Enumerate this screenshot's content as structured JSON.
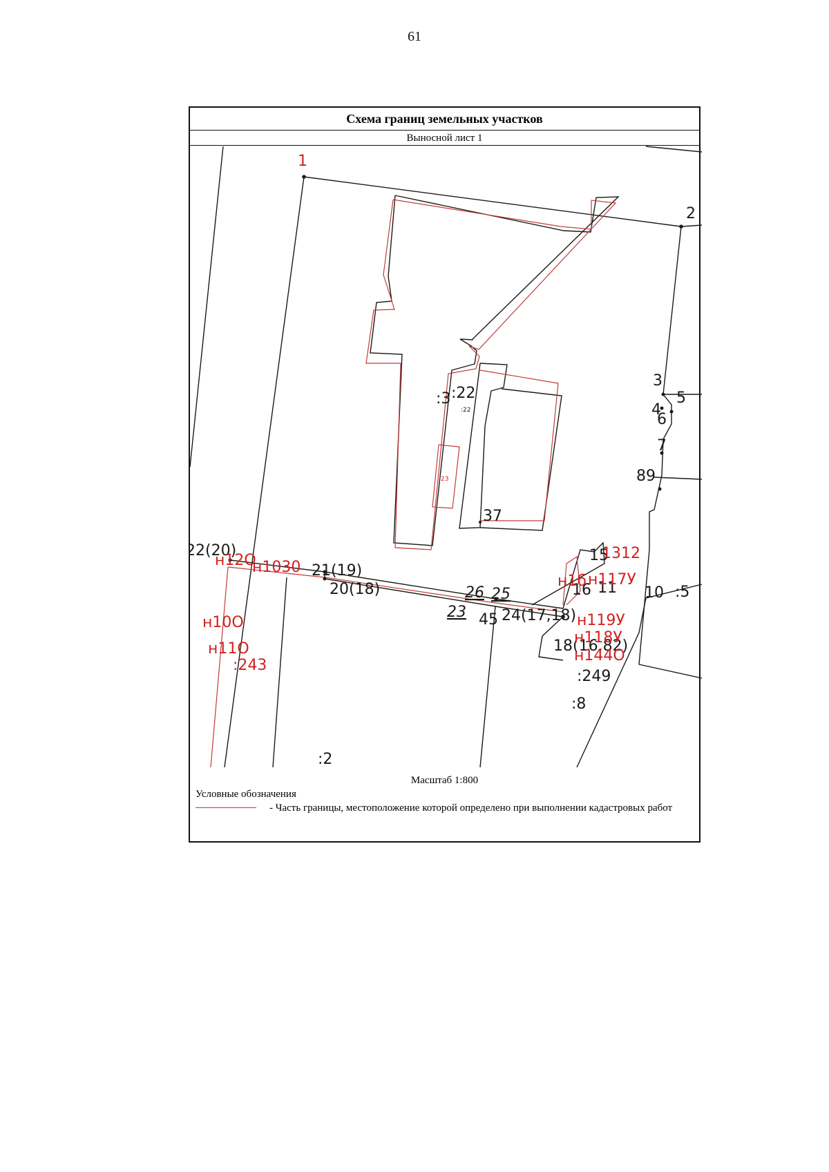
{
  "page_number": "61",
  "title": "Схема границ земельных участков",
  "sheet_title": "Выносной лист 1",
  "scale": "Масштаб 1:800",
  "legend": {
    "title": "Условные обозначения",
    "line_color": "#c23a3a",
    "description": "- Часть границы, местоположение которой определено при выполнении кадастровых работ"
  },
  "colors": {
    "existing_boundary": "#1a1a1a",
    "new_boundary": "#c23a3a",
    "red_label": "#d42020"
  },
  "labels": {
    "p1": "1",
    "p2": "2",
    "p3": "3",
    "p4": "4",
    "p5": "5",
    "p6": "6",
    "p7": "7",
    "p89": "89",
    "p10": "10",
    "p11": "11",
    "p1312": "1312",
    "p15": "15",
    "p16": "16",
    "p18": "18(16,82)",
    "p20": "20(18)",
    "p21": "21(19)",
    "p22": "22(20)",
    "p24": "24(17,18)",
    "p26": "26",
    "p25": "25",
    "p23": "23",
    "p37": "37",
    "p45": "45",
    "n120": "н12О",
    "n190": "н1030",
    "n100": "н10О",
    "n110": "н11О",
    "n116": "н1б",
    "n117": "н117У",
    "n119": "н119У",
    "n118": "н118У",
    "n1440": "н144О",
    "c3": ":3",
    "c22": ":22",
    "c22s": ":22",
    "c23": ":23",
    "c243": ":243",
    "c5": ":5",
    "c249": ":249",
    "c8": ":8",
    "c2": ":2"
  }
}
